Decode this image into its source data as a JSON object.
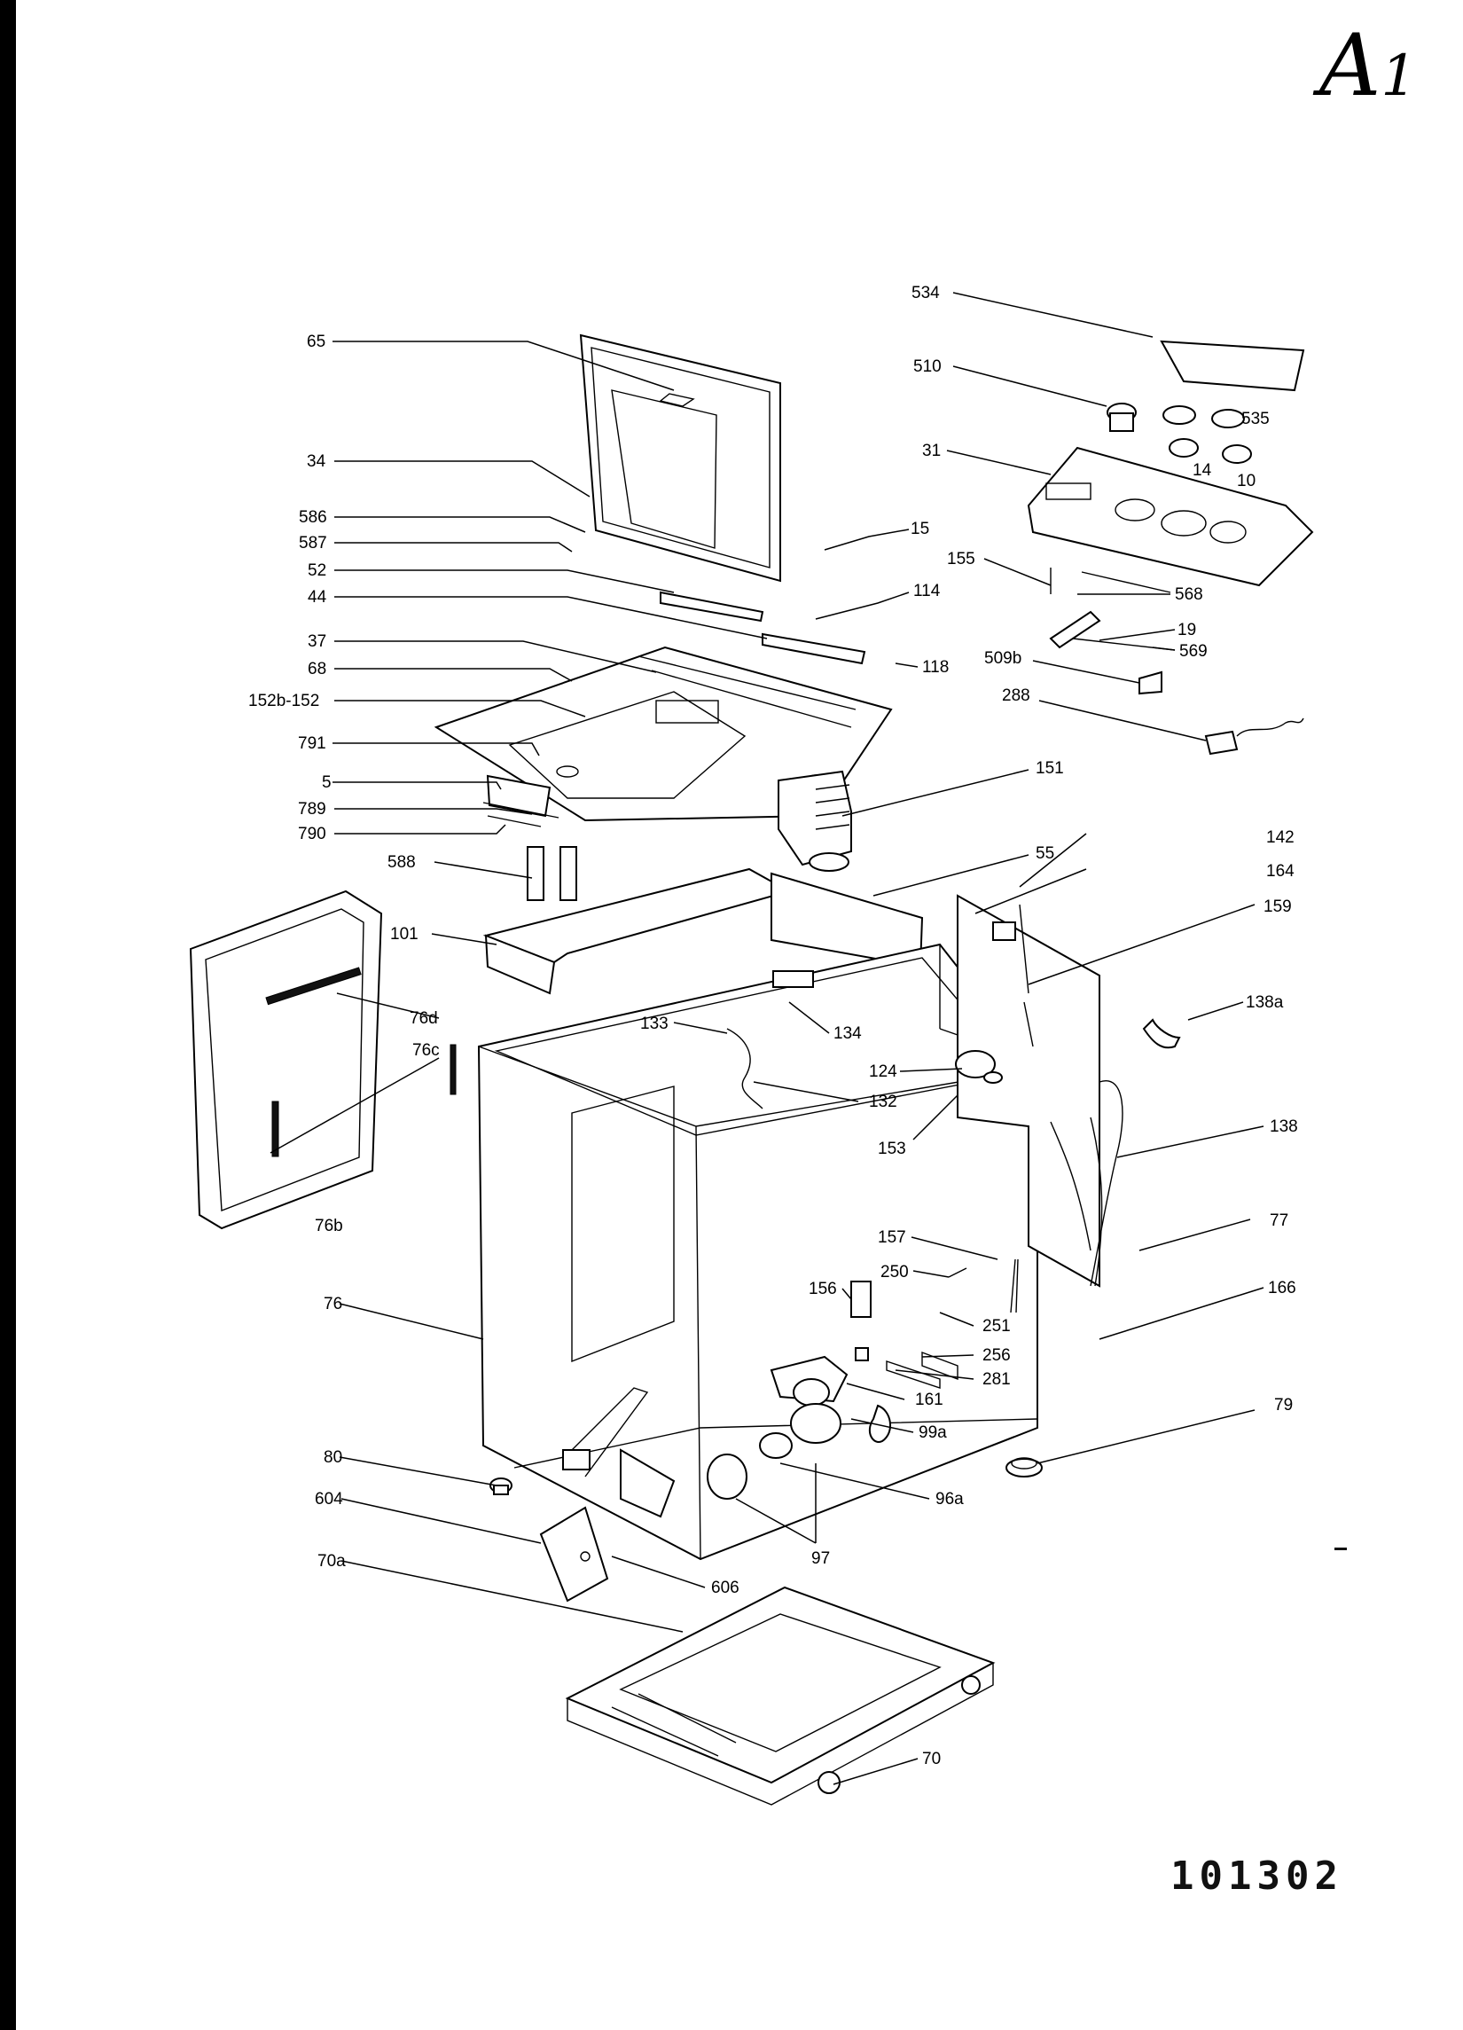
{
  "sheet": {
    "code_main": "A",
    "code_sub": "1",
    "drawing_number": "101302"
  },
  "labels": {
    "p534": "534",
    "p510": "510",
    "p535": "535",
    "p31": "31",
    "p14": "14",
    "p10": "10",
    "p155": "155",
    "p568": "568",
    "p19": "19",
    "p569": "569",
    "p509b": "509b",
    "p288": "288",
    "p65": "65",
    "p34": "34",
    "p586": "586",
    "p587": "587",
    "p52": "52",
    "p44": "44",
    "p15": "15",
    "p114": "114",
    "p37": "37",
    "p68": "68",
    "p118": "118",
    "p152": "152b-152",
    "p791": "791",
    "p5": "5",
    "p789": "789",
    "p790": "790",
    "p151": "151",
    "p588": "588",
    "p55": "55",
    "p142": "142",
    "p164": "164",
    "p159": "159",
    "p101": "101",
    "p76d": "76d",
    "p76c": "76c",
    "p76b": "76b",
    "p133": "133",
    "p134": "134",
    "p138a": "138a",
    "p124": "124",
    "p132": "132",
    "p153": "153",
    "p138": "138",
    "p77": "77",
    "p157": "157",
    "p250": "250",
    "p156": "156",
    "p166": "166",
    "p251": "251",
    "p256": "256",
    "p76": "76",
    "p281": "281",
    "p161": "161",
    "p99a": "99a",
    "p79": "79",
    "p80": "80",
    "p96a": "96a",
    "p604": "604",
    "p97": "97",
    "p70a": "70a",
    "p606": "606",
    "p70": "70"
  }
}
